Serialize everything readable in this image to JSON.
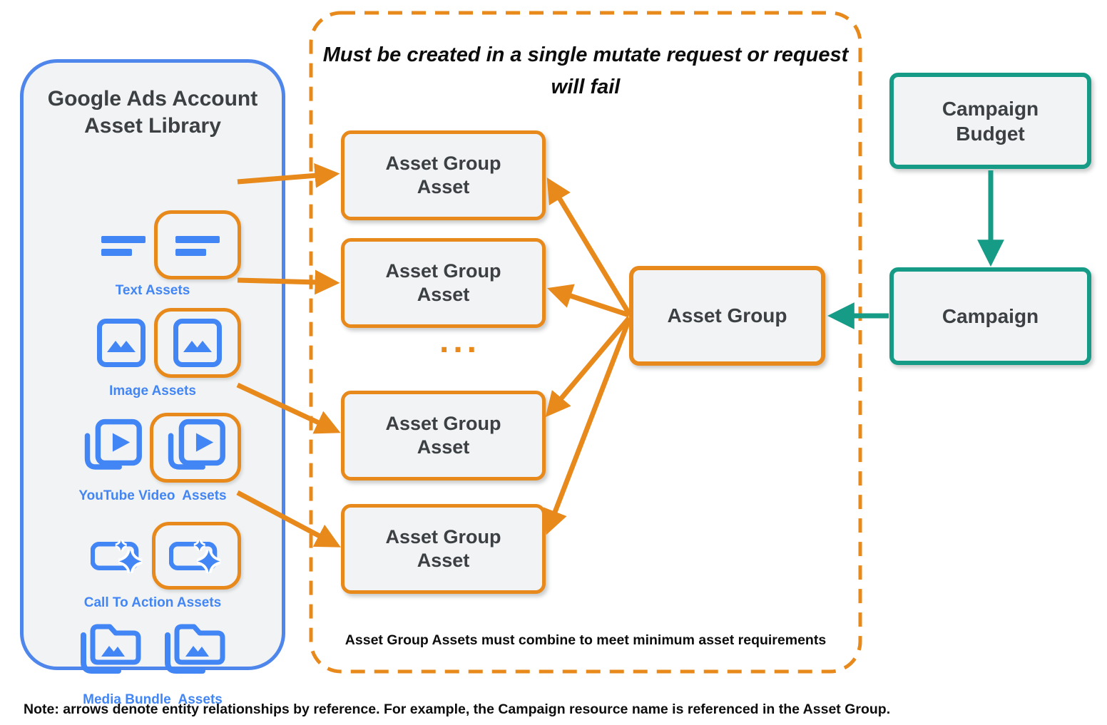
{
  "library": {
    "title_lines": [
      "Google Ads Account",
      "Asset Library"
    ],
    "items": [
      {
        "label": "Text Assets",
        "icon": "text-asset-icon",
        "highlighted": true
      },
      {
        "label": "Image Assets",
        "icon": "image-asset-icon",
        "highlighted": true
      },
      {
        "label": "YouTube Video  Assets",
        "icon": "youtube-video-asset-icon",
        "highlighted": true
      },
      {
        "label": "Call To Action Assets",
        "icon": "call-to-action-asset-icon",
        "highlighted": true
      },
      {
        "label": "Media Bundle  Assets",
        "icon": "media-bundle-asset-icon",
        "highlighted": false
      }
    ]
  },
  "mutate_box": {
    "title_lines": [
      "Must be created in a single mutate request",
      "or request will fail"
    ],
    "asset_group_assets": [
      [
        "Asset Group",
        "Asset"
      ],
      [
        "Asset Group",
        "Asset"
      ],
      [
        "Asset Group",
        "Asset"
      ],
      [
        "Asset Group",
        "Asset"
      ]
    ],
    "ellipsis": "...",
    "caption": "Asset Group Assets must combine to meet minimum asset requirements"
  },
  "entities": {
    "asset_group": "Asset Group",
    "campaign_budget_lines": [
      "Campaign",
      "Budget"
    ],
    "campaign": "Campaign"
  },
  "note": "Note: arrows denote entity relationships by reference. For example, the Campaign resource name is referenced in the Asset Group.",
  "colors": {
    "blue": "#4285F4",
    "orange": "#E8891B",
    "teal": "#169B87",
    "box_fill": "#F1F3F4",
    "text_dark": "#3C4043"
  }
}
